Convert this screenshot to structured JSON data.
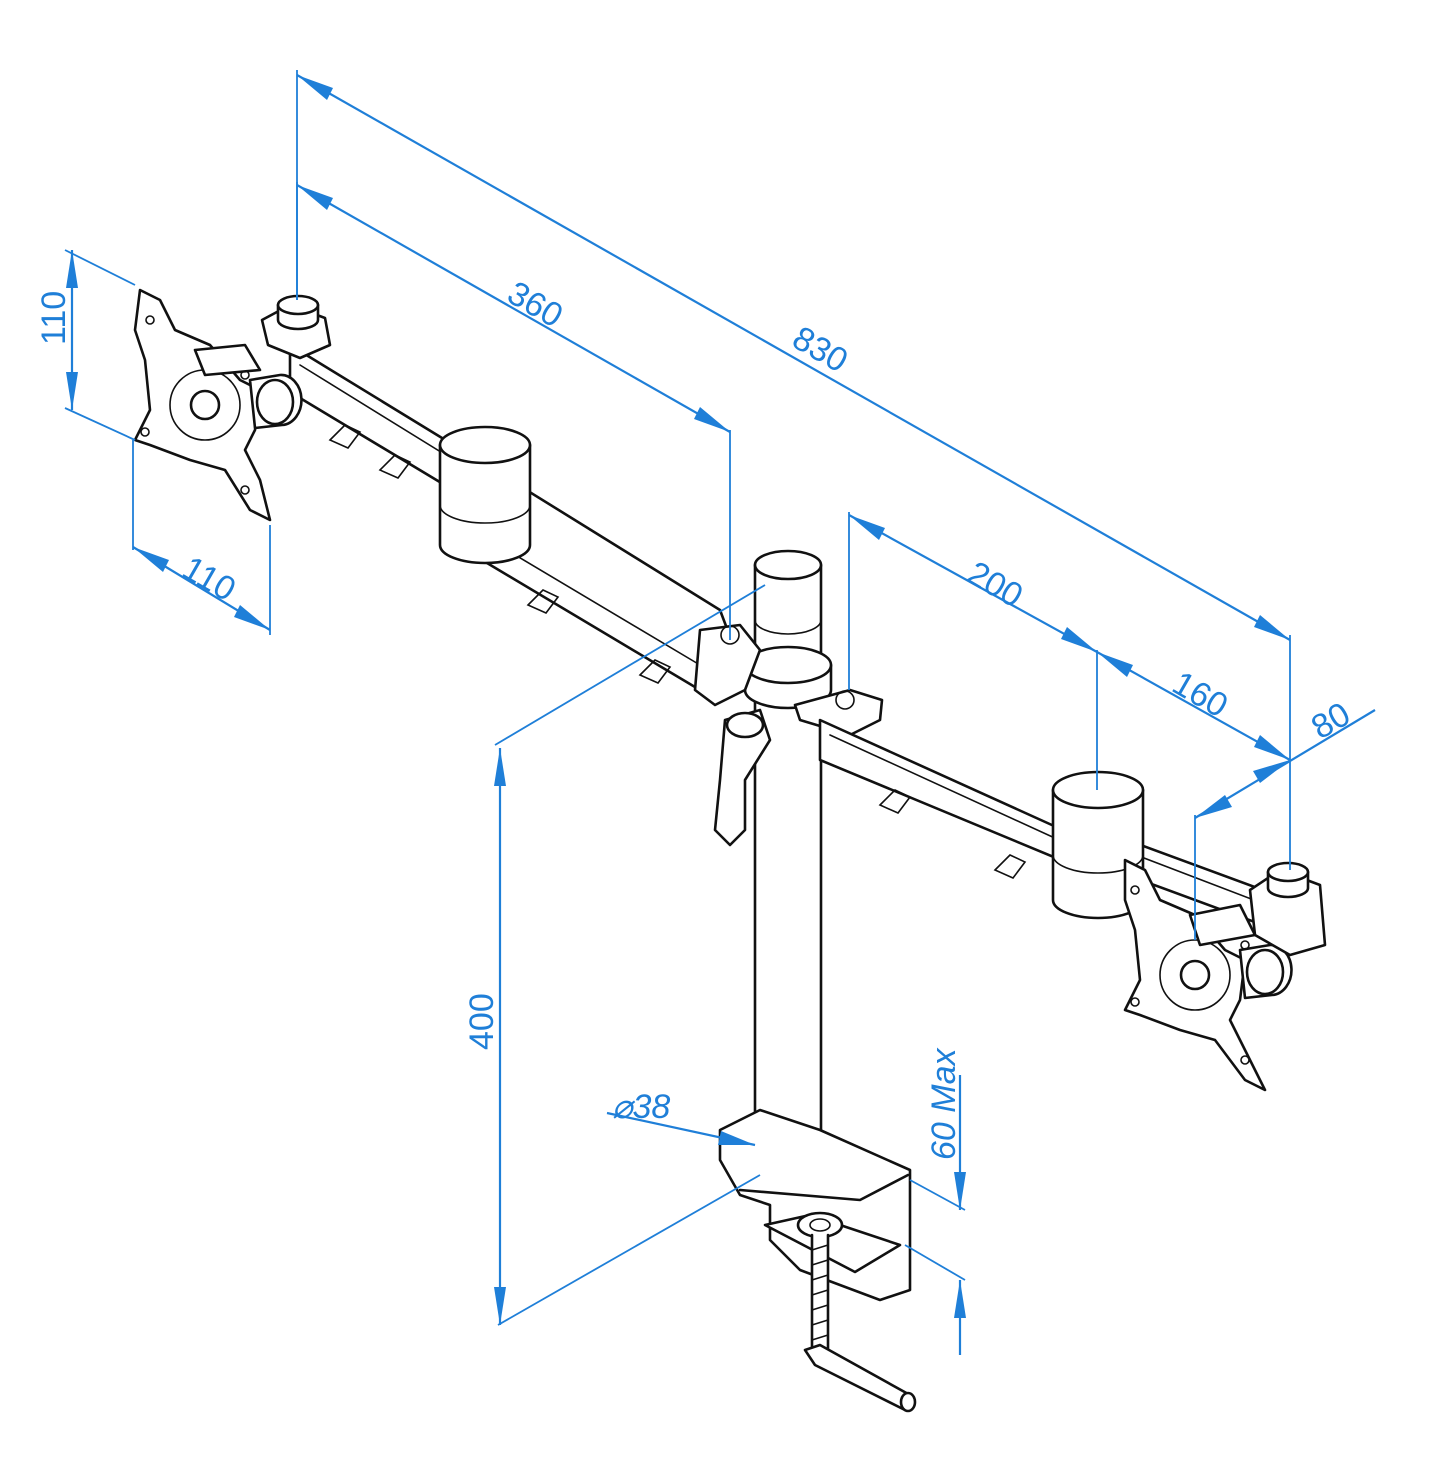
{
  "colors": {
    "dimension": "#1f7fd8",
    "outline": "#111111",
    "background": "#ffffff"
  },
  "dimensions": {
    "total_width": "830",
    "arm_length": "360",
    "right_arm_inner": "200",
    "right_arm_outer": "160",
    "plate_offset": "80",
    "vesa_height": "110",
    "vesa_width": "110",
    "pole_height": "400",
    "pole_diameter": "⌀38",
    "clamp_max": "60 Max"
  }
}
